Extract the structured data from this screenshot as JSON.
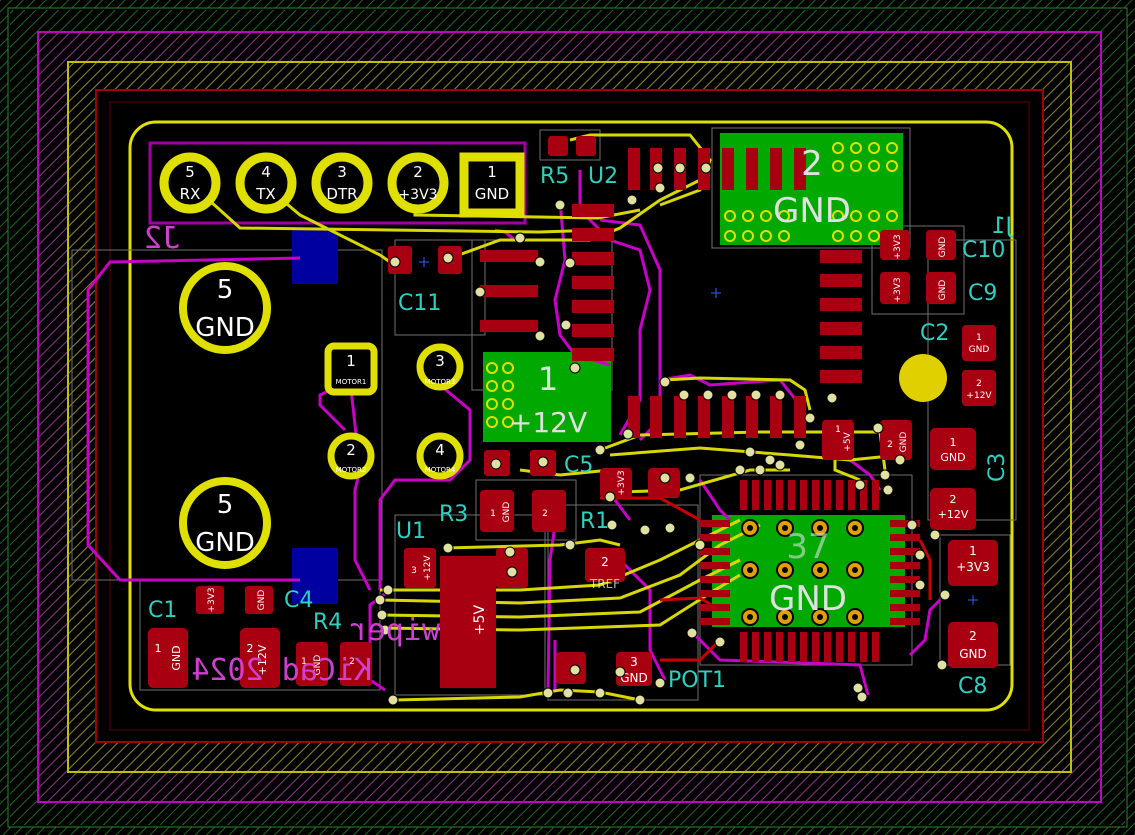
{
  "colors": {
    "background": "#000000",
    "edge_cuts": "#e0e000",
    "fcu": "#c80000",
    "bcu": "#c800c8",
    "silk": "#2fd0c0",
    "via": "#e0e000",
    "zone_green": "#00b000",
    "zone_blue": "#0000a0"
  },
  "j2": {
    "ref": "J2",
    "pins": [
      {
        "num": "5",
        "name": "RX"
      },
      {
        "num": "4",
        "name": "TX"
      },
      {
        "num": "3",
        "name": "DTR"
      },
      {
        "num": "2",
        "name": "+3V3"
      },
      {
        "num": "1",
        "name": "GND"
      }
    ]
  },
  "mount_holes": [
    {
      "num": "5",
      "name": "GND"
    },
    {
      "num": "5",
      "name": "GND"
    }
  ],
  "motor_pins": [
    {
      "num": "1",
      "name": "MOTOR1"
    },
    {
      "num": "3",
      "name": "MOTOR3"
    },
    {
      "num": "2",
      "name": "MOTOR2"
    },
    {
      "num": "4",
      "name": "MOTOR4"
    }
  ],
  "refs": {
    "r5": "R5",
    "u2": "U2",
    "j1": "J1",
    "c10": "C10",
    "c9": "C9",
    "c11": "C11",
    "c2": "C2",
    "c3": "C3",
    "c5": "C5",
    "r3": "R3",
    "u1": "U1",
    "c1": "C1",
    "c4": "C4",
    "r4": "R4",
    "c8": "C8",
    "pot1": "POT1",
    "r1": "R1"
  },
  "pads": {
    "c10": [
      "+3V3",
      "GND"
    ],
    "c9": [
      "+3V3",
      "GND"
    ],
    "c2": [
      {
        "num": "1",
        "name": "GND"
      },
      {
        "num": "2",
        "name": "+12V"
      }
    ],
    "c3": [
      {
        "num": "1",
        "name": "GND"
      },
      {
        "num": "2",
        "name": "+12V"
      }
    ],
    "c8": [
      {
        "num": "1",
        "name": "+3V3"
      },
      {
        "num": "2",
        "name": "GND"
      }
    ],
    "c1": [
      {
        "num": "1",
        "name": "GND"
      },
      {
        "num": "2",
        "name": "+12V"
      }
    ],
    "c4_small": [
      "+3V3",
      "GND"
    ],
    "r4": [
      {
        "num": "1",
        "name": "GND"
      },
      {
        "num": "2",
        "name": ""
      }
    ],
    "r3": [
      {
        "num": "1",
        "name": "GND"
      },
      {
        "num": "2",
        "name": ""
      }
    ],
    "c7": [
      {
        "num": "1",
        "name": "+5V"
      },
      {
        "num": "2",
        "name": "GND"
      }
    ],
    "c6": "+3V3",
    "u1": {
      "num": "3",
      "name": "+12V",
      "tab": "+5V"
    },
    "pot1": [
      {
        "num": "2",
        "name": "TREF"
      },
      {
        "num": "3",
        "name": "GND"
      }
    ]
  },
  "zones": {
    "u2_gnd": {
      "num": "2",
      "name": "GND"
    },
    "u3_gnd": {
      "num": "37",
      "name": "GND"
    },
    "u2_12v": {
      "num": "1",
      "name": "+12V"
    }
  },
  "back_silk": {
    "line1": "wiper",
    "line2": "KiCad 2024"
  }
}
